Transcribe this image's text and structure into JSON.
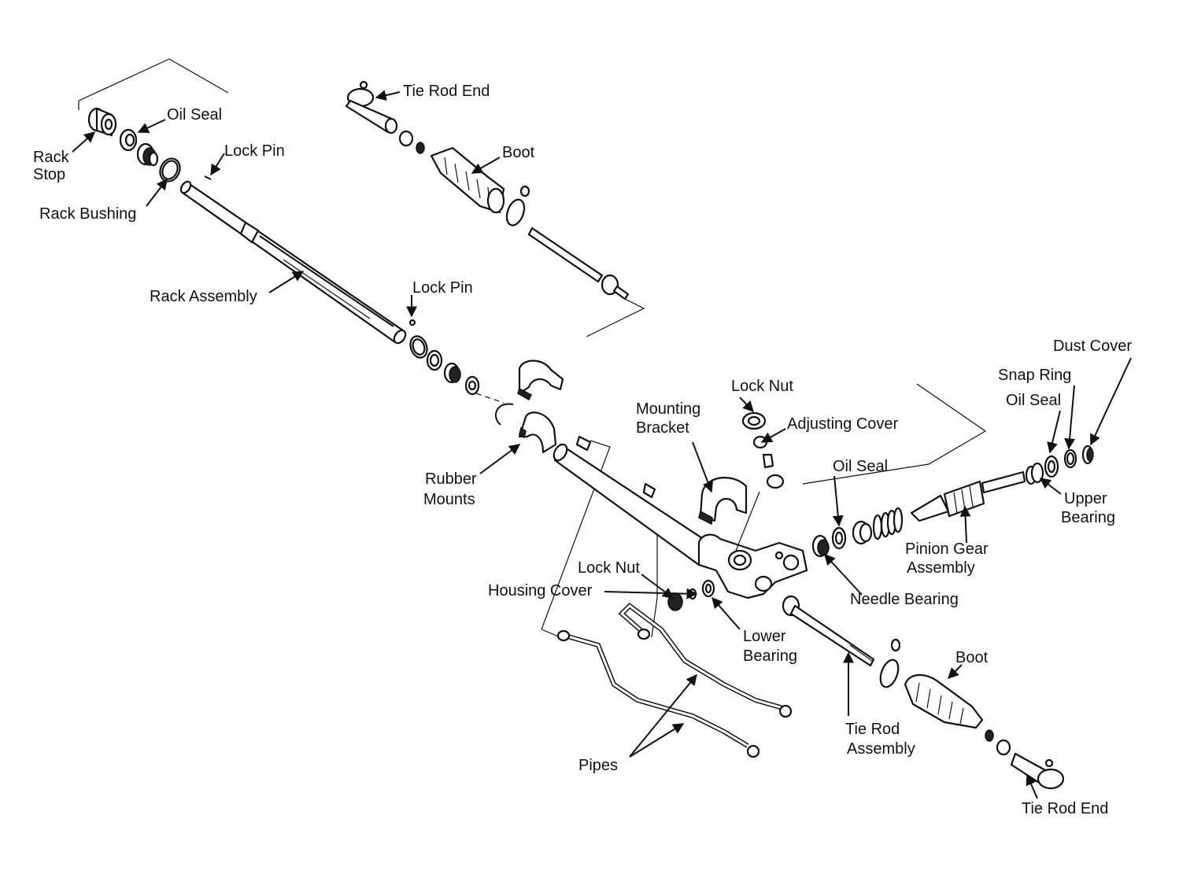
{
  "labels": {
    "tie_rod_end_top": "Tie Rod End",
    "oil_seal_top": "Oil Seal",
    "rack_stop_1": "Rack",
    "rack_stop_2": "Stop",
    "lock_pin_top": "Lock Pin",
    "boot_top": "Boot",
    "rack_bushing": "Rack Bushing",
    "rack_assembly": "Rack Assembly",
    "lock_pin_mid": "Lock Pin",
    "dust_cover": "Dust Cover",
    "snap_ring": "Snap Ring",
    "lock_nut_top": "Lock Nut",
    "oil_seal_right": "Oil Seal",
    "mounting_bracket_1": "Mounting",
    "mounting_bracket_2": "Bracket",
    "adjusting_cover": "Adjusting Cover",
    "oil_seal_far": "Oil Seal",
    "rubber_mounts_1": "Rubber",
    "rubber_mounts_2": "Mounts",
    "upper_bearing_1": "Upper",
    "upper_bearing_2": "Bearing",
    "pinion_gear_1": "Pinion Gear",
    "pinion_gear_2": "Assembly",
    "lock_nut_bottom": "Lock Nut",
    "housing_cover": "Housing Cover",
    "needle_bearing": "Needle Bearing",
    "lower_bearing_1": "Lower",
    "lower_bearing_2": "Bearing",
    "boot_bottom": "Boot",
    "tie_rod_assembly_1": "Tie Rod",
    "tie_rod_assembly_2": "Assembly",
    "pipes": "Pipes",
    "tie_rod_end_bottom": "Tie Rod End"
  }
}
